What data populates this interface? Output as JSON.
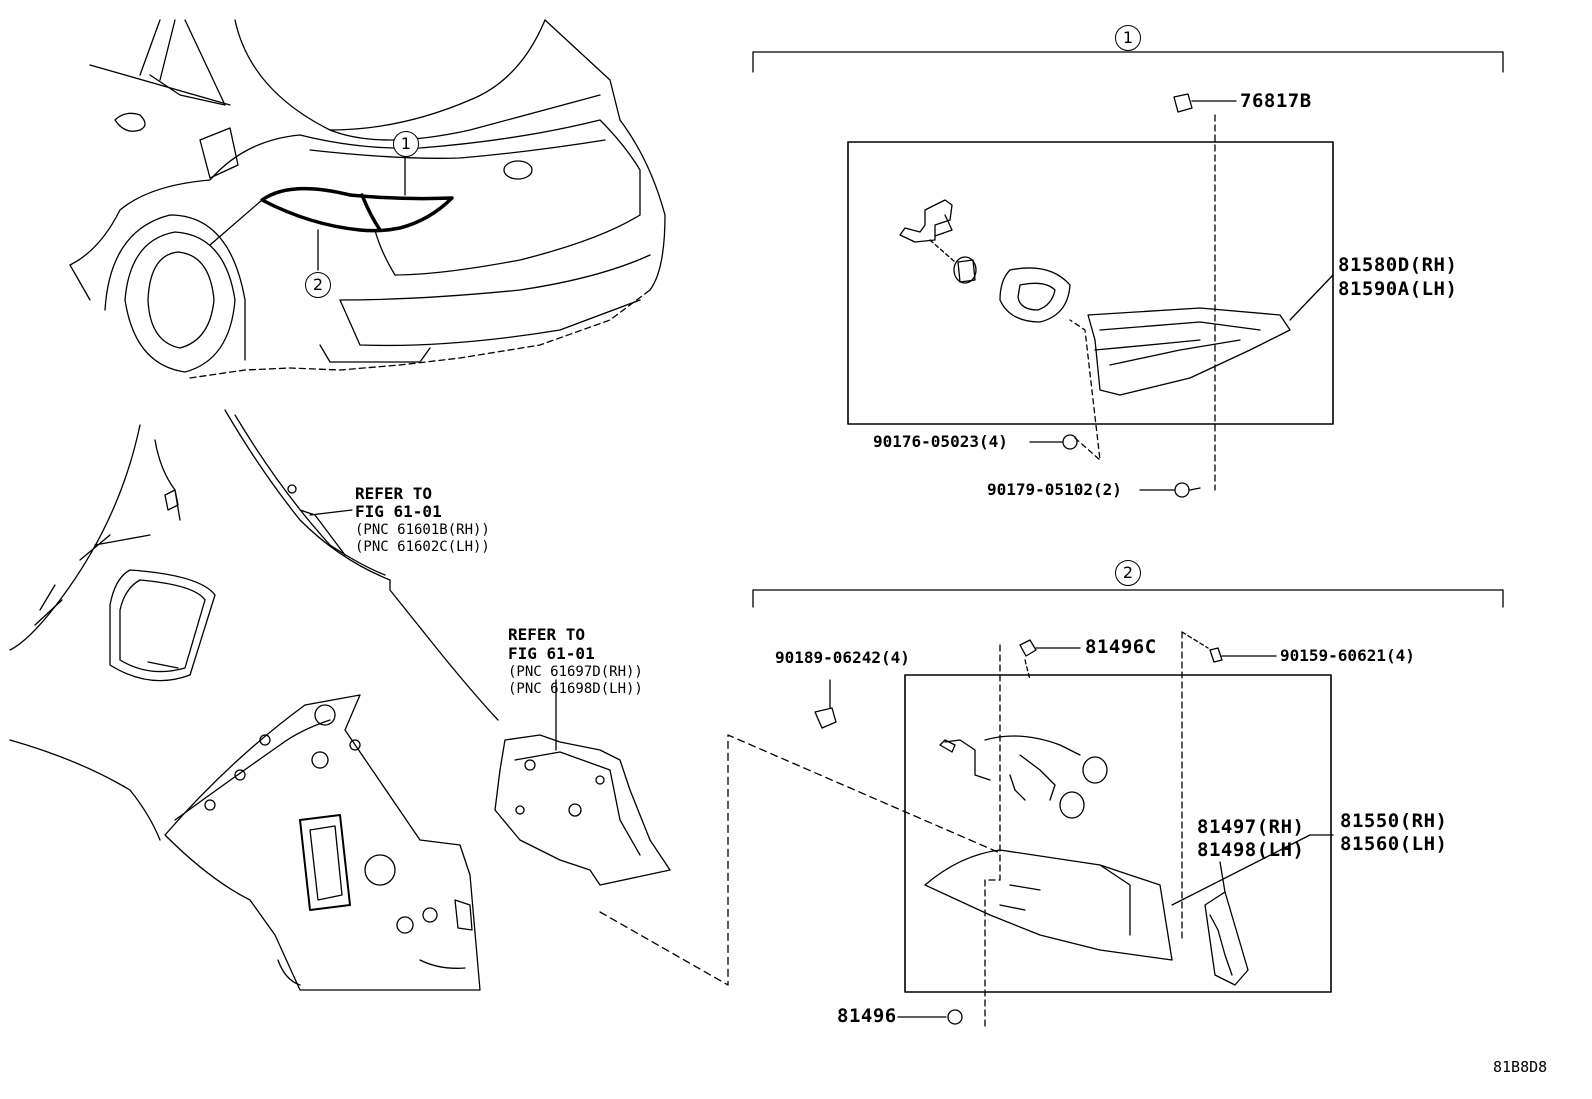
{
  "callouts": {
    "one": "1",
    "two": "2"
  },
  "section1": {
    "clip_top": "76817B",
    "lamp_rh": "81580D(RH)",
    "lamp_lh": "81590A(LH)",
    "nut": "90176-05023(4)",
    "clip_bottom": "90179-05102(2)"
  },
  "section2": {
    "screw_left": "90189-06242(4)",
    "nut_top": "81496C",
    "screw_right": "90159-60621(4)",
    "lamp_rh": "81550(RH)",
    "lamp_lh": "81560(LH)",
    "cover_rh": "81497(RH)",
    "cover_lh": "81498(LH)",
    "nut_bottom": "81496"
  },
  "refer1": {
    "line1": "REFER TO",
    "line2": "FIG 61-01",
    "line3": "(PNC 61601B(RH))",
    "line4": "(PNC 61602C(LH))"
  },
  "refer2": {
    "line1": "REFER TO",
    "line2": "FIG 61-01",
    "line3": "(PNC 61697D(RH))",
    "line4": "(PNC 61698D(LH))"
  },
  "diagram_code": "81B8D8"
}
